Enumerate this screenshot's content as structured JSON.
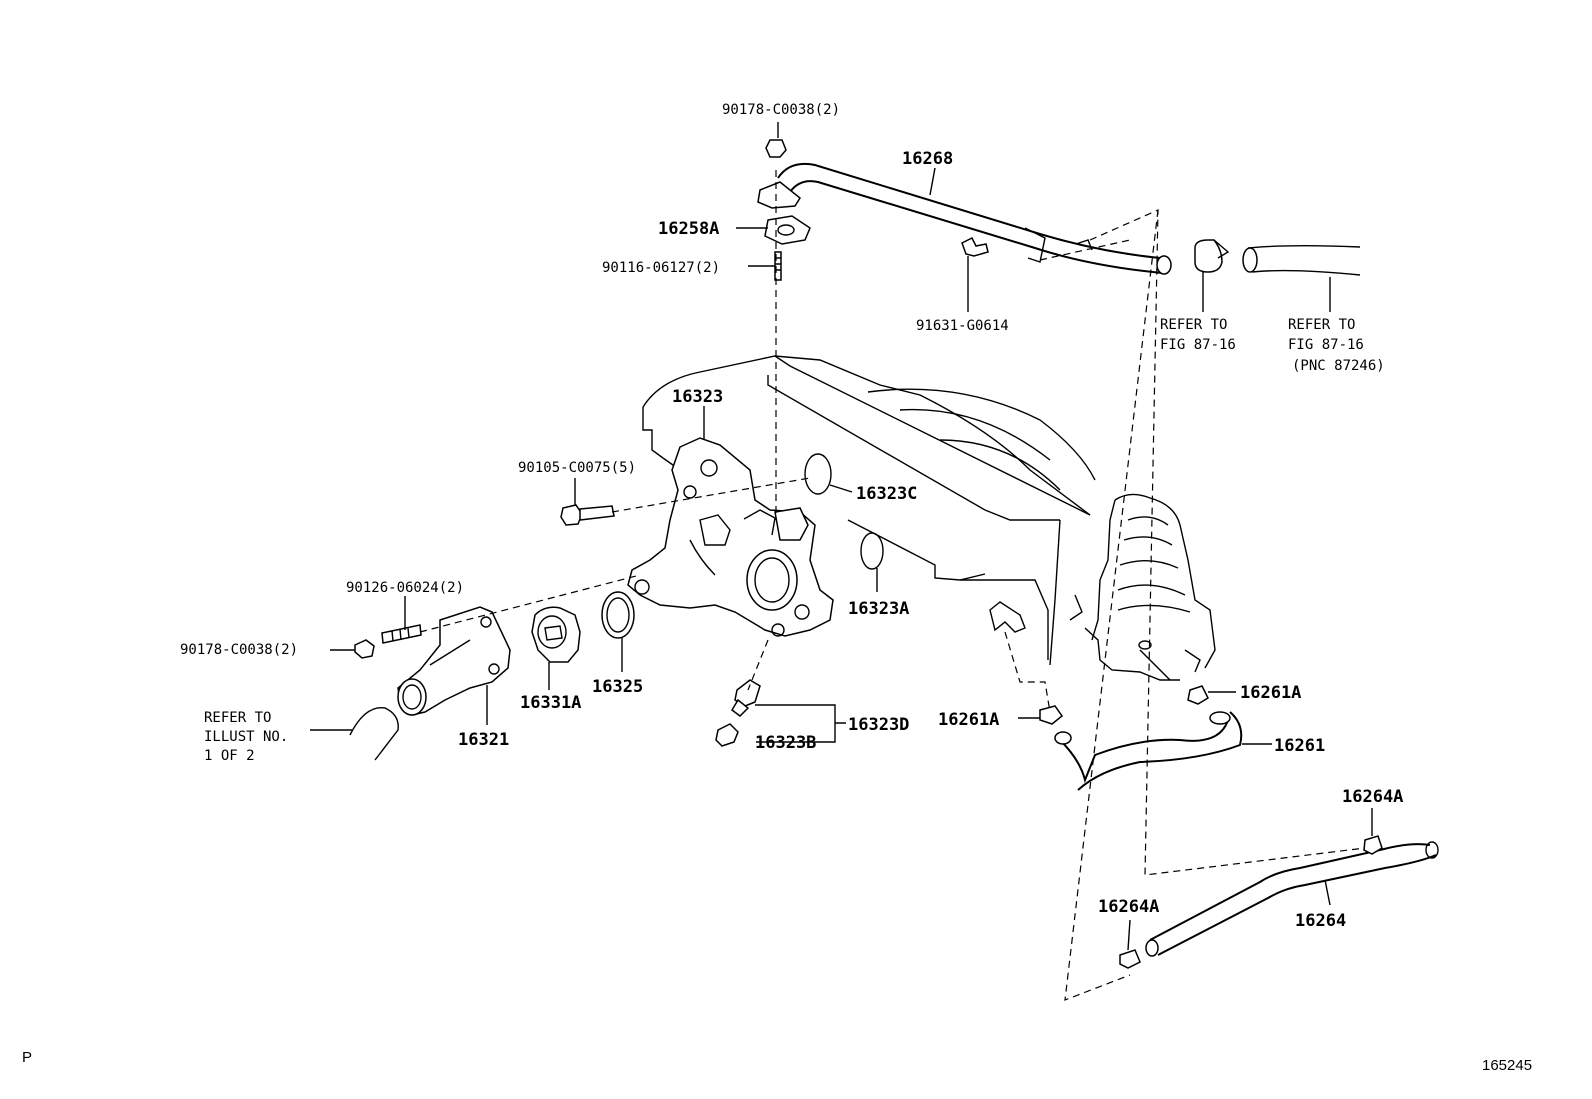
{
  "labels": {
    "nut_top": "90178-C0038(2)",
    "pipe_16268": "16268",
    "gasket_16258A": "16258A",
    "stud_top": "90116-06127(2)",
    "bolt_91631": "91631-G0614",
    "refer_clamp_1": "REFER TO",
    "refer_clamp_2": "FIG 87-16",
    "refer_hose_1": "REFER TO",
    "refer_hose_2": "FIG 87-16",
    "refer_hose_3": "(PNC 87246)",
    "housing_16323": "16323",
    "bolt_90105": "90105-C0075(5)",
    "oring_16323C": "16323C",
    "oring_16323A": "16323A",
    "stud_90126": "90126-06024(2)",
    "nut_90178_left": "90178-C0038(2)",
    "thermostat_16331A": "16331A",
    "gasket_16325": "16325",
    "outlet_16321": "16321",
    "refer_illust_1": "REFER TO",
    "refer_illust_2": "ILLUST NO.",
    "refer_illust_3": "1 OF 2",
    "plug_16323D": "16323D",
    "plug_16323B": "16323B",
    "clamp_16261A_left": "16261A",
    "clamp_16261A_right": "16261A",
    "hose_16261": "16261",
    "clamp_16264A_top": "16264A",
    "clamp_16264A_bottom": "16264A",
    "hose_16264": "16264"
  },
  "corner_left": "P",
  "corner_right": "165245"
}
